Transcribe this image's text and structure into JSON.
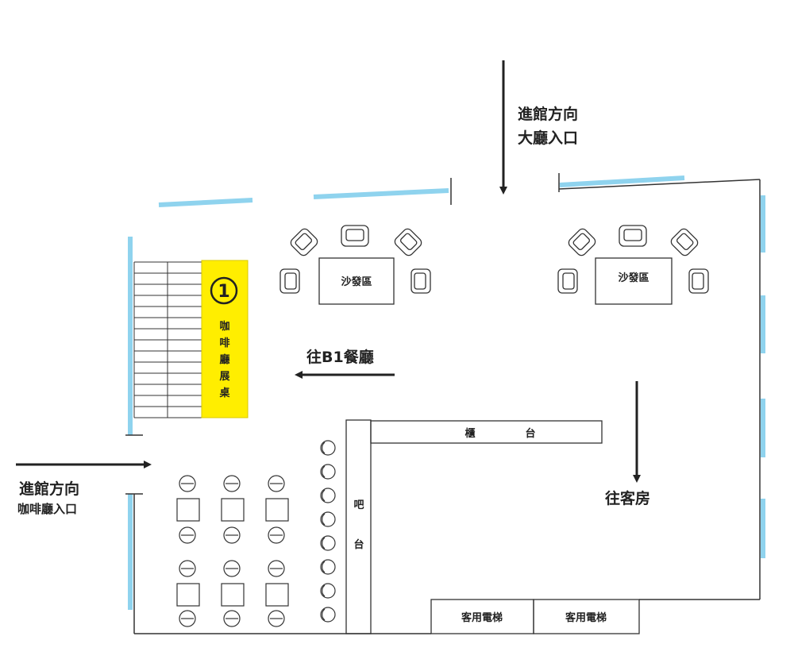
{
  "entrance_lobby": {
    "line1": "進館方向",
    "line2": "大廳入口"
  },
  "entrance_cafe": {
    "line1": "進館方向",
    "line2": "咖啡廳入口"
  },
  "sofa_left": "沙發區",
  "sofa_right": "沙發區",
  "to_b1": "往B1餐廳",
  "to_rooms": "往客房",
  "counter_char1": "櫃",
  "counter_char2": "台",
  "bar_char1": "吧",
  "bar_char2": "台",
  "elevator_1": "客用電梯",
  "elevator_2": "客用電梯",
  "booth": {
    "number": "1",
    "chars": [
      "咖",
      "啡",
      "廳",
      "展",
      "桌"
    ]
  },
  "colors": {
    "window": "#8fd3ee",
    "booth": "#ffee00",
    "line": "#333333"
  }
}
